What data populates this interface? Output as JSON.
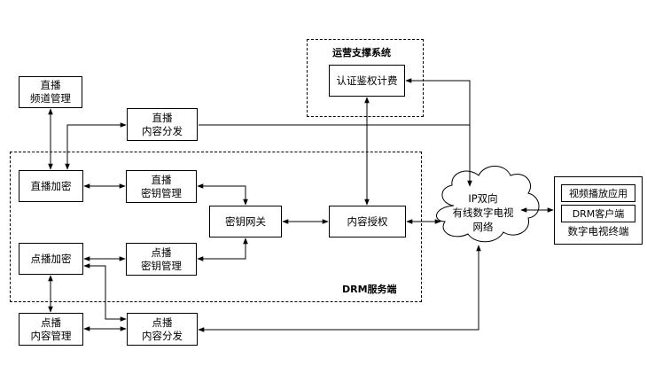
{
  "groups": {
    "ops_system": "运营支撑系统",
    "drm_server": "DRM服务端"
  },
  "nodes": {
    "live_channel_mgmt": [
      "直播",
      "频道管理"
    ],
    "live_content_dist": [
      "直播",
      "内容分发"
    ],
    "live_encrypt": [
      "直播加密"
    ],
    "live_key_mgmt": [
      "直播",
      "密钥管理"
    ],
    "key_gateway": [
      "密钥网关"
    ],
    "content_auth": [
      "内容授权"
    ],
    "auth_billing": [
      "认证鉴权计费"
    ],
    "vod_encrypt": [
      "点播加密"
    ],
    "vod_key_mgmt": [
      "点播",
      "密钥管理"
    ],
    "vod_content_mgmt": [
      "点播",
      "内容管理"
    ],
    "vod_content_dist": [
      "点播",
      "内容分发"
    ],
    "ip_network": [
      "IP双向",
      "有线数字电视",
      "网络"
    ],
    "terminal": {
      "player_app": "视频播放应用",
      "drm_client": "DRM客户端",
      "title": "数字电视终端"
    }
  }
}
